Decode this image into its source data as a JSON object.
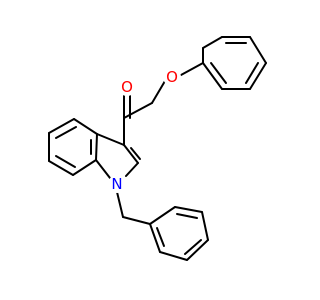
{
  "atoms": {
    "carbonyl_oxygen": {
      "symbol": "O",
      "color": "#ff0000"
    },
    "ether_oxygen": {
      "symbol": "O",
      "color": "#ff0000"
    },
    "indole_nitrogen": {
      "symbol": "N",
      "color": "#0000ff"
    }
  },
  "colors": {
    "bond": "#000000",
    "background": "#ffffff"
  }
}
